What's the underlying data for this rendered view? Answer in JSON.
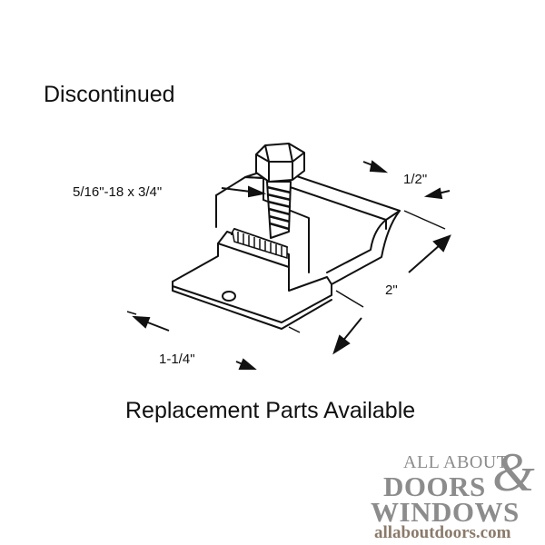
{
  "status_label": "Discontinued",
  "footer_note": "Replacement Parts Available",
  "diagram": {
    "bolt_spec": "5/16\"-18 x 3/4\"",
    "dim_width": "1-1/4\"",
    "dim_length": "2\"",
    "dim_height": "1/2\""
  },
  "brand": {
    "line1": "ALL ABOUT",
    "line2": "DOORS",
    "ampersand": "&",
    "line3": "WINDOWS",
    "url": "allaboutdoors.com",
    "color": "#8c8c8c"
  }
}
